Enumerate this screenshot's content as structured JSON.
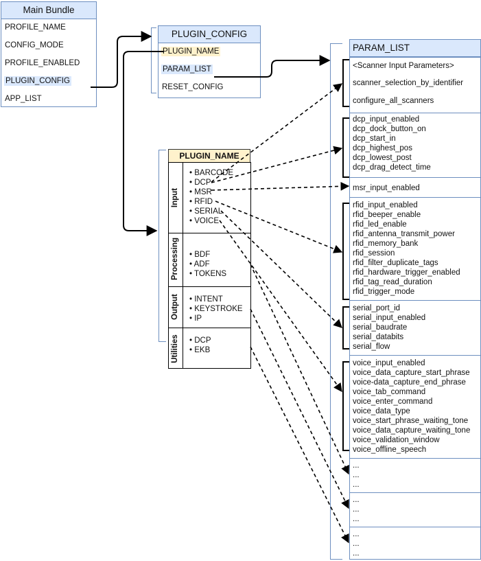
{
  "main_bundle": {
    "title": "Main Bundle",
    "items": [
      "PROFILE_NAME",
      "CONFIG_MODE",
      "PROFILE_ENABLED",
      "PLUGIN_CONFIG",
      "APP_LIST"
    ]
  },
  "plugin_config": {
    "title": "PLUGIN_CONFIG",
    "items": [
      "PLUGIN_NAME",
      "PARAM_LIST",
      "RESET_CONFIG"
    ]
  },
  "plugin_name": {
    "title": "PLUGIN_NAME",
    "groups": [
      {
        "label": "Input",
        "items": [
          "BARCODE",
          "DCP",
          "MSR",
          "RFID",
          "SERIAL",
          "VOICE"
        ]
      },
      {
        "label": "Processing",
        "items": [
          "BDF",
          "ADF",
          "TOKENS"
        ]
      },
      {
        "label": "Output",
        "items": [
          "INTENT",
          "KEYSTROKE",
          "IP"
        ]
      },
      {
        "label": "Utilities",
        "items": [
          "DCP",
          "EKB"
        ]
      }
    ]
  },
  "param_list": {
    "title": "PARAM_LIST",
    "sections": [
      [
        "<Scanner Input Parameters>",
        "scanner_selection_by_identifier",
        "configure_all_scanners"
      ],
      [
        "dcp_input_enabled",
        "dcp_dock_button_on",
        "dcp_start_in",
        "dcp_highest_pos",
        "dcp_lowest_post",
        "dcp_drag_detect_time"
      ],
      [
        "msr_input_enabled"
      ],
      [
        "rfid_input_enabled",
        "rfid_beeper_enable",
        "rfid_led_enable",
        "rfid_antenna_transmit_power",
        "rfid_memory_bank",
        "rfid_session",
        "rfid_filter_duplicate_tags",
        "rfid_hardware_trigger_enabled",
        "rfid_tag_read_duration",
        "rfid_trigger_mode"
      ],
      [
        "serial_port_id",
        "serial_input_enabled",
        "serial_baudrate",
        "serial_databits",
        "serial_flow"
      ],
      [
        "voice_input_enabled",
        "voice_data_capture_start_phrase",
        "voice-data_capture_end_phrase",
        "voice_tab_command",
        "voice_enter_command",
        "voice_data_type",
        "voice_start_phrase_waiting_tone",
        "voice_data_capture_waiting_tone",
        "voice_validation_window",
        "voice_offline_speech"
      ],
      [
        "...",
        "...",
        "..."
      ],
      [
        "...",
        "...",
        "..."
      ],
      [
        "...",
        "...",
        "..."
      ]
    ]
  },
  "colors": {
    "header_fill": "#dae8fc",
    "header_border": "#6c8ebf",
    "plugin_name_fill": "#fff2cc",
    "arrow": "#000000"
  }
}
